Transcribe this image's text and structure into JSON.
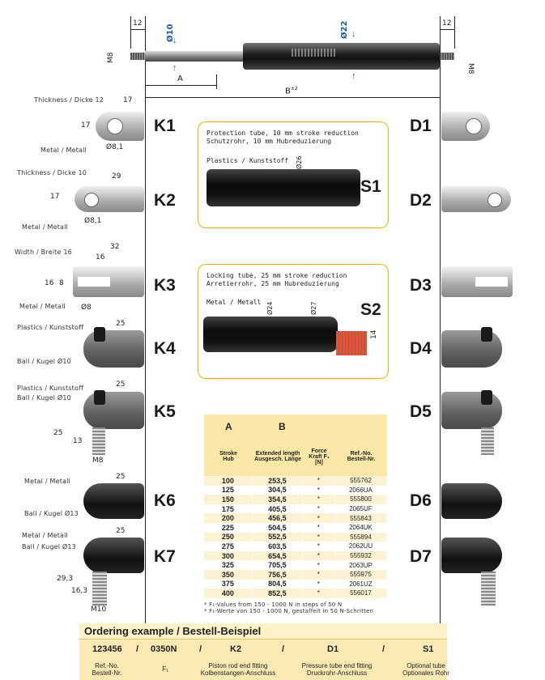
{
  "top": {
    "dim_12_left": "12",
    "dim_12_right": "12",
    "d10": "Ø10",
    "d22": "Ø22",
    "m8_left": "M8",
    "m8_right": "M8",
    "a": "A",
    "b": "B",
    "b_sup": "±2"
  },
  "left": {
    "k1": {
      "code": "K1",
      "thickness": "Thickness / Dicke 12",
      "w": "17",
      "h": "17",
      "material": "Metal / Metall",
      "hole": "Ø8,1"
    },
    "k2": {
      "code": "K2",
      "thickness": "Thickness / Dicke 10",
      "w": "29",
      "h": "17",
      "material": "Metal / Metall",
      "hole": "Ø8,1"
    },
    "k3": {
      "code": "K3",
      "width": "Width / Breite 16",
      "w1": "32",
      "w2": "16",
      "h1": "16",
      "h2": "8",
      "material": "Metal / Metall",
      "hole": "Ø8"
    },
    "k4": {
      "code": "K4",
      "material": "Plastics / Kunststoff",
      "w": "25",
      "ball": "Ball / Kugel Ø10"
    },
    "k5": {
      "code": "K5",
      "material": "Plastics / Kunststoff",
      "ball": "Ball / Kugel Ø10",
      "w": "25",
      "h1": "25",
      "h2": "13",
      "thread": "M8"
    },
    "k6": {
      "code": "K6",
      "material": "Metal / Metall",
      "w": "25",
      "ball": "Ball / Kugel Ø13"
    },
    "k7": {
      "code": "K7",
      "material": "Metal / Metall",
      "ball": "Ball / Kugel Ø13",
      "w": "25",
      "h1": "29,3",
      "h2": "16,3",
      "thread": "M10"
    }
  },
  "right": {
    "d1": "D1",
    "d2": "D2",
    "d3": "D3",
    "d4": "D4",
    "d5": "D5",
    "d6": "D6",
    "d7": "D7"
  },
  "s1": {
    "code": "S1",
    "line1": "Protection tube, 10 mm stroke reduction",
    "line2": "Schutzrohr, 10 mm Hubreduzierung",
    "material": "Plastics / Kunststoff",
    "dia": "Ø26"
  },
  "s2": {
    "code": "S2",
    "line1": "Locking tube, 25 mm stroke reduction",
    "line2": "Arretierrohr, 25 mm Hubreduzierung",
    "material": "Metal / Metall",
    "dia1": "Ø24",
    "dia2": "Ø27",
    "len": "14"
  },
  "table": {
    "colA": "A",
    "colB": "B",
    "h_stroke": "Stroke Hub",
    "h_ext": "Extended length Ausgesch. Länge",
    "h_force": "Force Kraft F₁ [N]",
    "h_ref": "Ref.-No. Bestell-Nr.",
    "rows": [
      [
        "100",
        "253,5",
        "*",
        "555762"
      ],
      [
        "125",
        "304,5",
        "*",
        "2066UA"
      ],
      [
        "150",
        "354,5",
        "*",
        "555800"
      ],
      [
        "175",
        "405,5",
        "*",
        "2065UF"
      ],
      [
        "200",
        "456,5",
        "*",
        "555843"
      ],
      [
        "225",
        "504,5",
        "*",
        "2064UK"
      ],
      [
        "250",
        "552,5",
        "*",
        "555894"
      ],
      [
        "275",
        "603,5",
        "*",
        "2062UU"
      ],
      [
        "300",
        "654,5",
        "*",
        "555932"
      ],
      [
        "325",
        "705,5",
        "*",
        "2063UP"
      ],
      [
        "350",
        "756,5",
        "*",
        "555975"
      ],
      [
        "375",
        "804,5",
        "*",
        "2061UZ"
      ],
      [
        "400",
        "852,5",
        "*",
        "556017"
      ]
    ],
    "note1": "* F₁-Values from 150 - 1000 N in steps of 50 N",
    "note2": "* F₁-Werte von 150 - 1000 N, gestaffelt in 50 N-Schritten"
  },
  "ordering": {
    "title": "Ordering example / Bestell-Beispiel",
    "v1": "123456",
    "s1": "/",
    "v2": "0350N",
    "s2": "/",
    "v3": "K2",
    "s3": "/",
    "v4": "D1",
    "s4": "/",
    "v5": "S1",
    "l1a": "Ref.-No.",
    "l1b": "Bestell-Nr.",
    "l2": "F₁",
    "l3a": "Piston rod end fitting",
    "l3b": "Kolbenstangen-Anschluss",
    "l4a": "Pressure tube end fitting",
    "l4b": "Druckrohr-Anschluss",
    "l5a": "Optional tube",
    "l5b": "Optionales Rohr"
  },
  "colors": {
    "accent": "#f0b000",
    "blue": "#1a5aa8",
    "table_header": "#fbe7a8",
    "table_alt": "#fdf3d3",
    "order_bg": "#fbeab4",
    "tip": "#d9573a"
  }
}
